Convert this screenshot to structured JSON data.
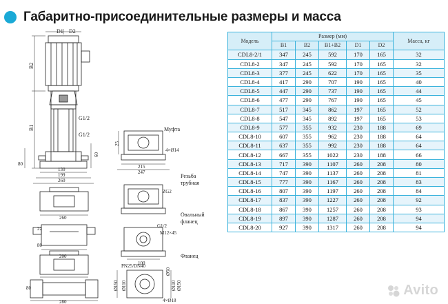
{
  "title": "Габаритно-присоединительные размеры и масса",
  "accent_color": "#1aa9d6",
  "drawing": {
    "labels": {
      "d1": "D1",
      "d2": "D2",
      "b2": "B2",
      "b1": "B1",
      "g_top": "G1/2",
      "g_mid": "G1/2",
      "n80a": "80",
      "n130": "130",
      "n199": "199",
      "n260a": "260",
      "n60": "60",
      "n25": "25",
      "n4x14": "4×Ø14",
      "n215": "215",
      "n247": "247",
      "mufta": "Муфта",
      "rezba1": "Резьба",
      "rezba2": "трубная",
      "zg2": "ZG2",
      "n260b": "260",
      "oval1": "Овальный",
      "oval2": "фланец",
      "n22": "22",
      "n80b": "80",
      "g_oval": "G1/2",
      "m12": "M12×45",
      "n100": "100",
      "n200": "200",
      "flanec": "Фланец",
      "pn": "PN25/DN40",
      "n80c": "80",
      "n280": "280",
      "dn150": "Ø150",
      "dn110": "Ø110",
      "dn50": "Ø50",
      "dn110b": "Ø110",
      "dn150b": "Ø150",
      "n4x18": "4×Ø18"
    }
  },
  "table": {
    "header_model": "Модель",
    "header_dims": "Размер (мм)",
    "header_mass": "Масса, кг",
    "subheaders": [
      "B1",
      "B2",
      "B1+B2",
      "D1",
      "D2"
    ],
    "rows": [
      [
        "CDL8-2/1",
        "347",
        "245",
        "592",
        "170",
        "165",
        "32"
      ],
      [
        "CDL8-2",
        "347",
        "245",
        "592",
        "170",
        "165",
        "32"
      ],
      [
        "CDL8-3",
        "377",
        "245",
        "622",
        "170",
        "165",
        "35"
      ],
      [
        "CDL8-4",
        "417",
        "290",
        "707",
        "190",
        "165",
        "40"
      ],
      [
        "CDL8-5",
        "447",
        "290",
        "737",
        "190",
        "165",
        "44"
      ],
      [
        "CDL8-6",
        "477",
        "290",
        "767",
        "190",
        "165",
        "45"
      ],
      [
        "CDL8-7",
        "517",
        "345",
        "862",
        "197",
        "165",
        "52"
      ],
      [
        "CDL8-8",
        "547",
        "345",
        "892",
        "197",
        "165",
        "53"
      ],
      [
        "CDL8-9",
        "577",
        "355",
        "932",
        "230",
        "188",
        "69"
      ],
      [
        "CDL8-10",
        "607",
        "355",
        "962",
        "230",
        "188",
        "64"
      ],
      [
        "CDL8-11",
        "637",
        "355",
        "992",
        "230",
        "188",
        "64"
      ],
      [
        "CDL8-12",
        "667",
        "355",
        "1022",
        "230",
        "188",
        "66"
      ],
      [
        "CDL8-13",
        "717",
        "390",
        "1107",
        "260",
        "208",
        "80"
      ],
      [
        "CDL8-14",
        "747",
        "390",
        "1137",
        "260",
        "208",
        "81"
      ],
      [
        "CDL8-15",
        "777",
        "390",
        "1167",
        "260",
        "208",
        "83"
      ],
      [
        "CDL8-16",
        "807",
        "390",
        "1197",
        "260",
        "208",
        "84"
      ],
      [
        "CDL8-17",
        "837",
        "390",
        "1227",
        "260",
        "208",
        "92"
      ],
      [
        "CDL8-18",
        "867",
        "390",
        "1257",
        "260",
        "208",
        "93"
      ],
      [
        "CDL8-19",
        "897",
        "390",
        "1287",
        "260",
        "208",
        "94"
      ],
      [
        "CDL8-20",
        "927",
        "390",
        "1317",
        "260",
        "208",
        "94"
      ]
    ]
  },
  "watermark": {
    "text": "Avito",
    "icon_name": "avito-logo-icon",
    "color": "#d0d0d0"
  }
}
